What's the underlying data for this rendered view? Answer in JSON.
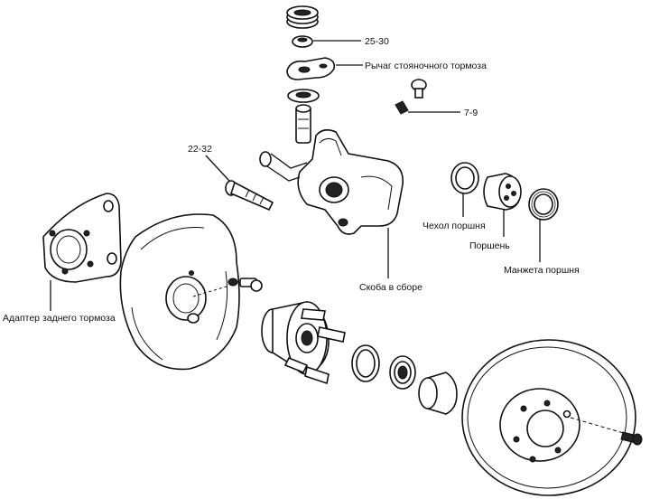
{
  "labels": {
    "torque_top": "25-30",
    "parking_lever": "Рычаг стояночного тормоза",
    "torque_bleeder": "7-9",
    "torque_bolt": "22-32",
    "piston_boot": "Чехол поршня",
    "piston": "Поршень",
    "piston_seal": "Манжета поршня",
    "caliper_assembly": "Скоба в сборе",
    "rear_brake_adapter": "Адаптер заднего тормоза"
  }
}
